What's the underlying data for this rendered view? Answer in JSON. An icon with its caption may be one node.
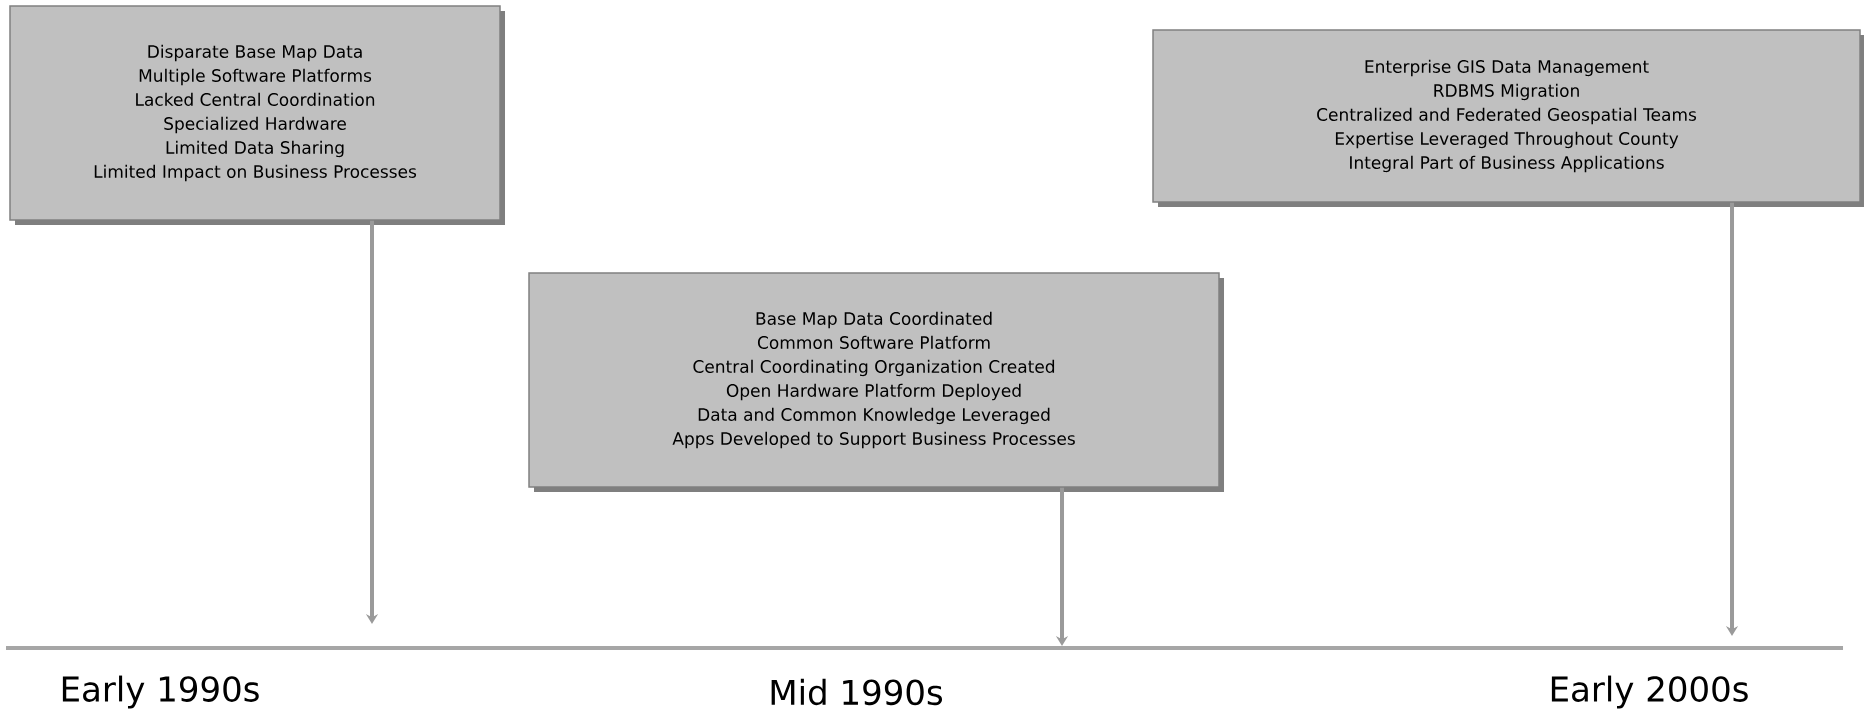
{
  "diagram": {
    "nodes": [
      {
        "text": [
          "Disparate Base Map Data",
          "Multiple Software Platforms",
          "Lacked Central Coordination",
          "Specialized Hardware",
          "Limited Data Sharing",
          "Limited Impact on Business Processes"
        ]
      },
      {
        "text": [
          "Base Map Data Coordinated",
          "Common Software Platform",
          "Central Coordinating Organization Created",
          "Open Hardware Platform Deployed",
          "Data and Common Knowledge Leveraged",
          "Apps Developed to Support Business Processes"
        ]
      },
      {
        "text": [
          "Enterprise GIS Data Management",
          "RDBMS Migration",
          "Centralized and Federated Geospatial Teams",
          "Expertise Leveraged Throughout County",
          "Integral Part of Business Applications"
        ]
      }
    ],
    "edges": [
      {
        "from": 0,
        "to": null,
        "arrow": "to"
      },
      {
        "from": 1,
        "to": null,
        "arrow": "to"
      },
      {
        "from": 2,
        "to": null,
        "arrow": "to"
      }
    ],
    "labels": [
      "Early 1990s",
      "Mid 1990s",
      "Early 2000s"
    ]
  }
}
